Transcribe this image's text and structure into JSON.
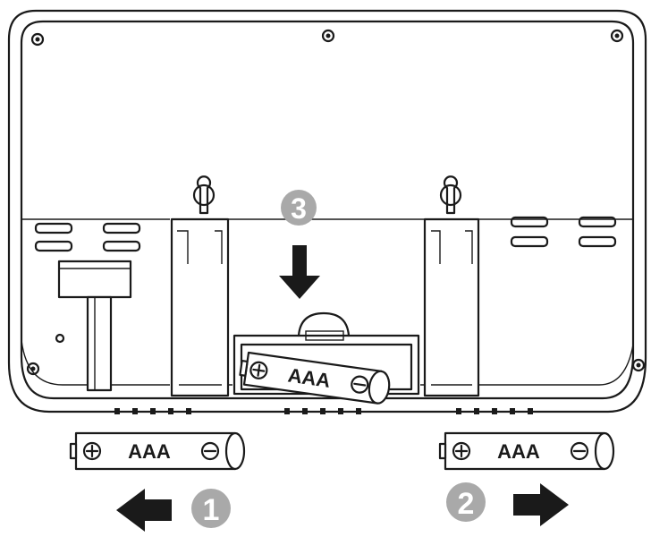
{
  "battery_label": "AAA",
  "plus_symbol": "⊕",
  "minus_symbol": "⊖",
  "steps": [
    {
      "number": "1",
      "direction": "left"
    },
    {
      "number": "2",
      "direction": "right"
    },
    {
      "number": "3",
      "direction": "down"
    }
  ],
  "colors": {
    "line": "#1a1a1a",
    "step_badge": "#a9a9a9",
    "step_number": "#ffffff",
    "arrow": "#1a1a1a",
    "background": "#ffffff"
  }
}
